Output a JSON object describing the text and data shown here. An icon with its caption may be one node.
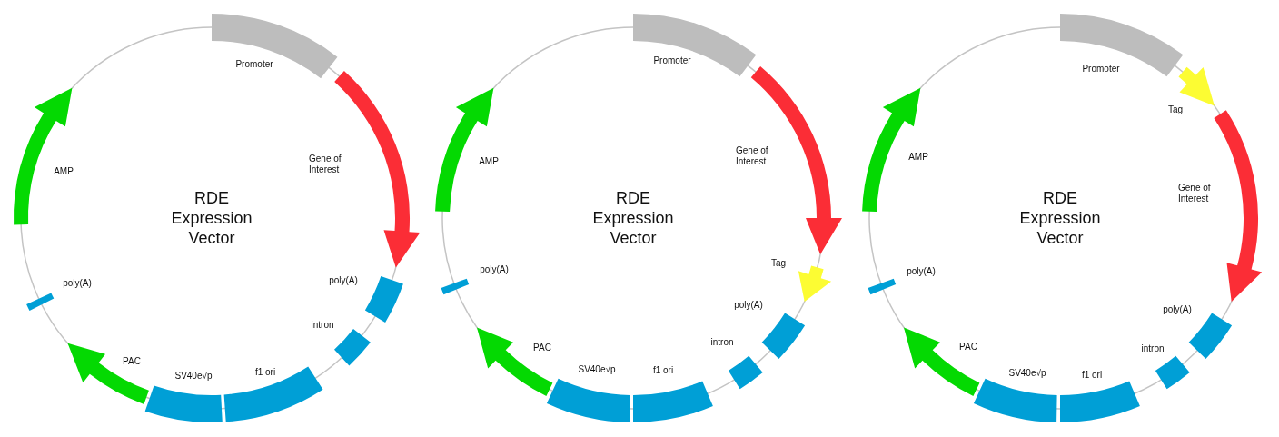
{
  "diagram": {
    "nodes": [
      {
        "text": [
          "RDE Expression Vector"
        ]
      },
      {
        "text": [
          "Promoter"
        ],
        "in": 0
      },
      {
        "text": [
          "Gene of Interest"
        ],
        "in": 0
      },
      {
        "text": [
          "poly(A)"
        ],
        "in": 0
      },
      {
        "text": [
          "intron"
        ],
        "in": 0
      },
      {
        "text": [
          "f1 ori"
        ],
        "in": 0
      },
      {
        "text": [
          "SV40e√p"
        ],
        "in": 0
      },
      {
        "text": [
          "PAC"
        ],
        "in": 0
      },
      {
        "text": [
          "poly(A)"
        ],
        "in": 0
      },
      {
        "text": [
          "AMP"
        ],
        "in": 0
      },
      {
        "text": [
          "RDE Expression Vector"
        ]
      },
      {
        "text": [
          "Promoter"
        ],
        "in": 10
      },
      {
        "text": [
          "Gene of Interest"
        ],
        "in": 10
      },
      {
        "text": [
          "Tag"
        ],
        "in": 10
      },
      {
        "text": [
          "poly(A)"
        ],
        "in": 10
      },
      {
        "text": [
          "intron"
        ],
        "in": 10
      },
      {
        "text": [
          "f1 ori"
        ],
        "in": 10
      },
      {
        "text": [
          "SV40e√p"
        ],
        "in": 10
      },
      {
        "text": [
          "PAC"
        ],
        "in": 10
      },
      {
        "text": [
          "poly(A)"
        ],
        "in": 10
      },
      {
        "text": [
          "AMP"
        ],
        "in": 10
      },
      {
        "text": [
          "RDE Expression Vector"
        ]
      },
      {
        "text": [
          "Promoter"
        ],
        "in": 21
      },
      {
        "text": [
          "Tag"
        ],
        "in": 21
      },
      {
        "text": [
          "Gene of Interest"
        ],
        "in": 21
      },
      {
        "text": [
          "poly(A)"
        ],
        "in": 21
      },
      {
        "text": [
          "intron"
        ],
        "in": 21
      },
      {
        "text": [
          "f1 ori"
        ],
        "in": 21
      },
      {
        "text": [
          "SV40e√p"
        ],
        "in": 21
      },
      {
        "text": [
          "PAC"
        ],
        "in": 21
      },
      {
        "text": [
          "poly(A)"
        ],
        "in": 21
      },
      {
        "text": [
          "AMP"
        ],
        "in": 21
      }
    ]
  }
}
